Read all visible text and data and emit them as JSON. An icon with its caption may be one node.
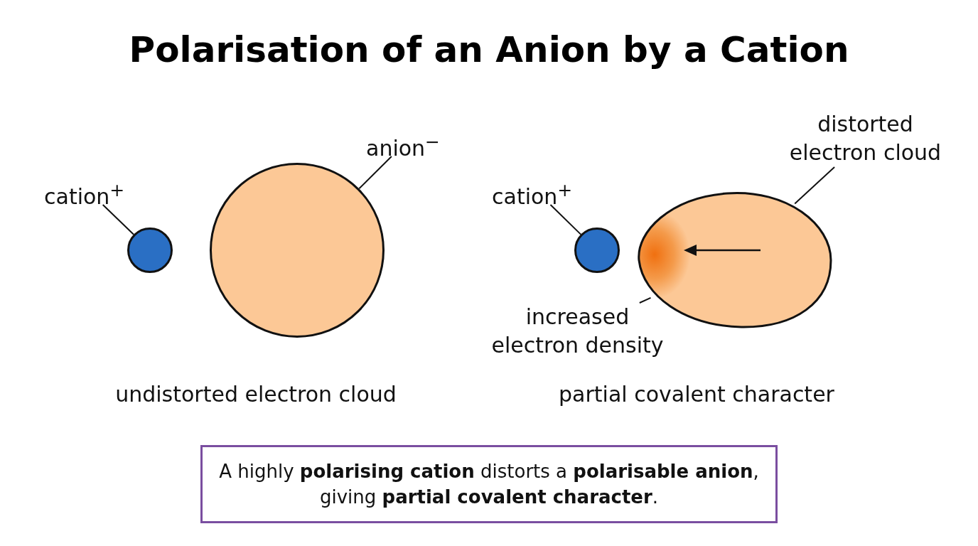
{
  "diagram": {
    "title": "Polarisation of an Anion by a Cation",
    "nodes": [
      {
        "text": [
          "cation$^{+}$"
        ]
      },
      {
        "text": [],
        "shape": "circle"
      },
      {
        "text": [
          "anion$^{−}$"
        ]
      },
      {
        "text": [],
        "shape": "circle"
      },
      {
        "text": [
          "cation$^{+}$"
        ]
      },
      {
        "text": [],
        "shape": "circle"
      },
      {
        "text": [
          "distorted electron cloud"
        ]
      },
      {
        "text": [],
        "shape": "cloud"
      },
      {
        "text": [
          "increased electron density"
        ]
      },
      {
        "text": [
          "A highly **polarising cation** distorts a **polarisable anion**, giving **partial covalent character**."
        ]
      }
    ],
    "edges": [
      {
        "from": 0,
        "to": 1,
        "arrow": "none"
      },
      {
        "from": 2,
        "to": 3,
        "arrow": "none"
      },
      {
        "from": 4,
        "to": 5,
        "arrow": "none"
      },
      {
        "from": 6,
        "to": 7,
        "arrow": "none"
      },
      {
        "from": 8,
        "to": 7,
        "arrow": "none"
      }
    ],
    "labels": [
      "undistorted electron cloud",
      "partial covalent character"
    ]
  }
}
